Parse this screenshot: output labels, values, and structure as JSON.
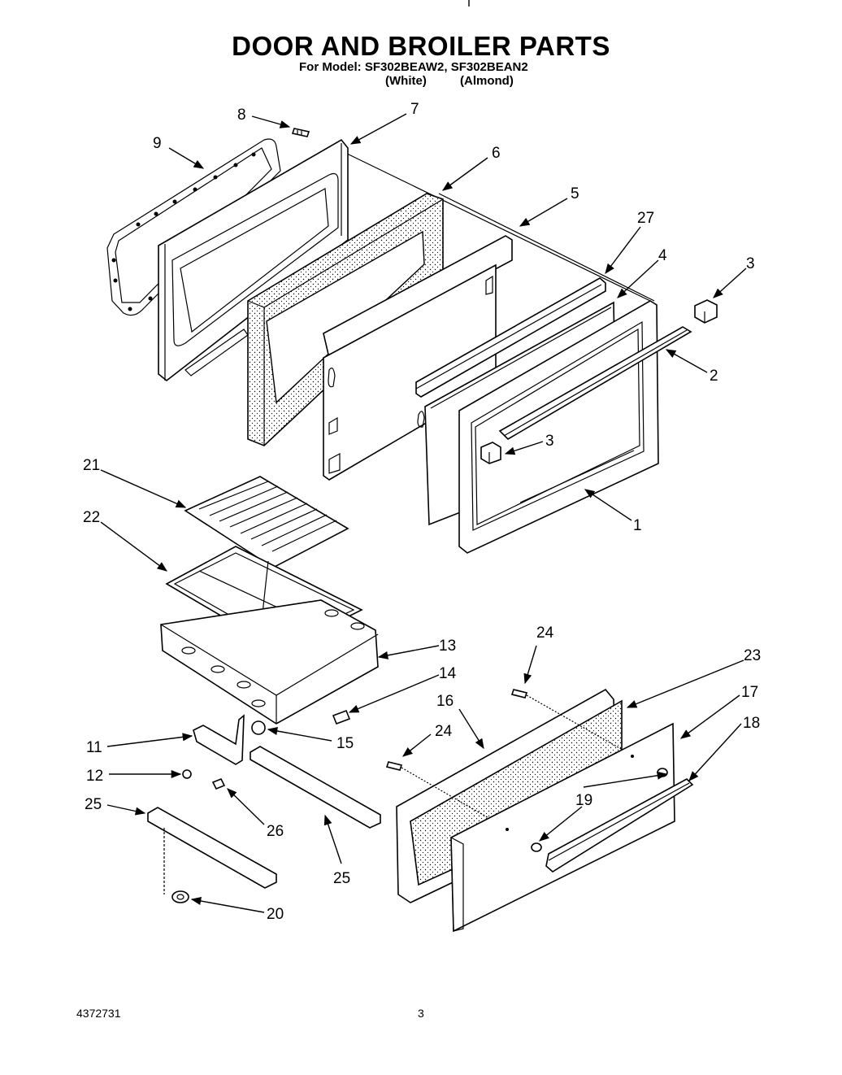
{
  "header": {
    "title": "DOOR AND BROILER PARTS",
    "model_line": "For Model: SF302BEAW2, SF302BEAN2",
    "color_white": "(White)",
    "color_almond": "(Almond)"
  },
  "callouts": [
    "8",
    "7",
    "9",
    "6",
    "5",
    "27",
    "4",
    "3",
    "2",
    "3",
    "1",
    "21",
    "22",
    "13",
    "14",
    "24",
    "23",
    "16",
    "17",
    "11",
    "15",
    "12",
    "24",
    "18",
    "25",
    "19",
    "26",
    "25",
    "20"
  ],
  "footer": {
    "doc_number": "4372731",
    "page_number": "3"
  }
}
